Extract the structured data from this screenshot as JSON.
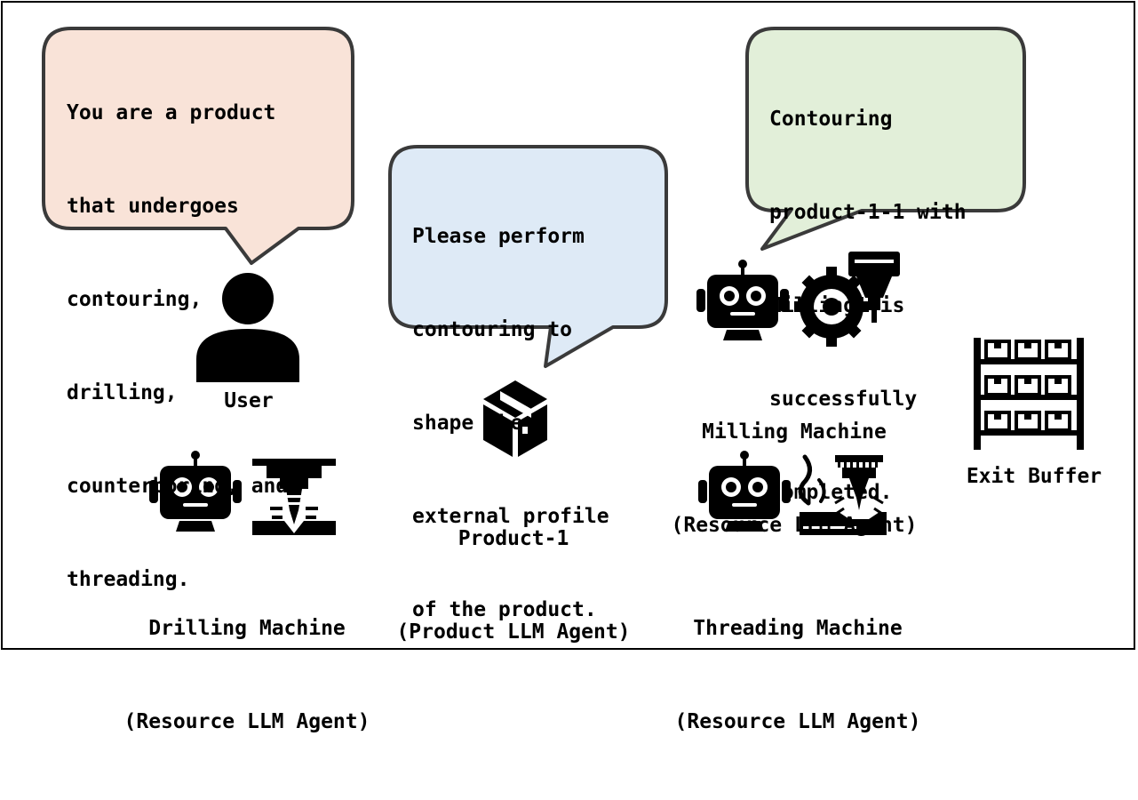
{
  "colors": {
    "user_bubble": "#f9e3d8",
    "product_bubble": "#deeaf6",
    "milling_bubble": "#e2efd9",
    "bubble_border": "#3a3a3a",
    "icon": "#000000"
  },
  "bubbles": {
    "user": {
      "lines": [
        "You are a product",
        "that undergoes",
        "contouring,",
        "drilling,",
        "counterboring, and",
        "threading."
      ]
    },
    "product": {
      "lines": [
        "Please perform",
        "contouring to",
        "shape the",
        "external profile",
        "of the product."
      ]
    },
    "milling": {
      "lines": [
        "Contouring",
        "product-1-1 with",
        "Milling1 is",
        "successfully",
        "completed."
      ]
    }
  },
  "labels": {
    "user": "User",
    "product_name": "Product-1",
    "product_role": "(Product LLM Agent)",
    "milling_name": "Milling Machine",
    "milling_role": "(Resource LLM Agent)",
    "drilling_name": "Drilling Machine",
    "drilling_role": "(Resource LLM Agent)",
    "threading_name": "Threading Machine",
    "threading_role": "(Resource LLM Agent)",
    "exit_buffer": "Exit Buffer"
  },
  "icons": {
    "user": "person-icon",
    "product": "box-icon",
    "robot": "robot-icon",
    "milling": "milling-machine-icon",
    "drilling": "drill-press-icon",
    "threading": "cnc-machine-icon",
    "exit_buffer": "storage-shelf-icon"
  }
}
